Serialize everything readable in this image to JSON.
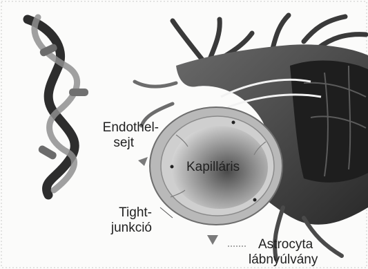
{
  "labels": {
    "endothel_line1": "Endothel-",
    "endothel_line2": "sejt",
    "kapillaris": "Kapilláris",
    "tight_line1": "Tight-",
    "tight_line2": "junkció",
    "astrocyta_line1": "Astrocyta",
    "astrocyta_line2": "lábnyúlvány"
  },
  "colors": {
    "background": "#fbfbfa",
    "astrocyte_dark": "#3a3a3a",
    "astrocyte_black": "#1e1e1e",
    "capillary_wall": "#b9b9b9",
    "capillary_lumen": "#d9d9d9",
    "dna_dark": "#2d2d2d",
    "dna_light": "#9c9c9c"
  }
}
